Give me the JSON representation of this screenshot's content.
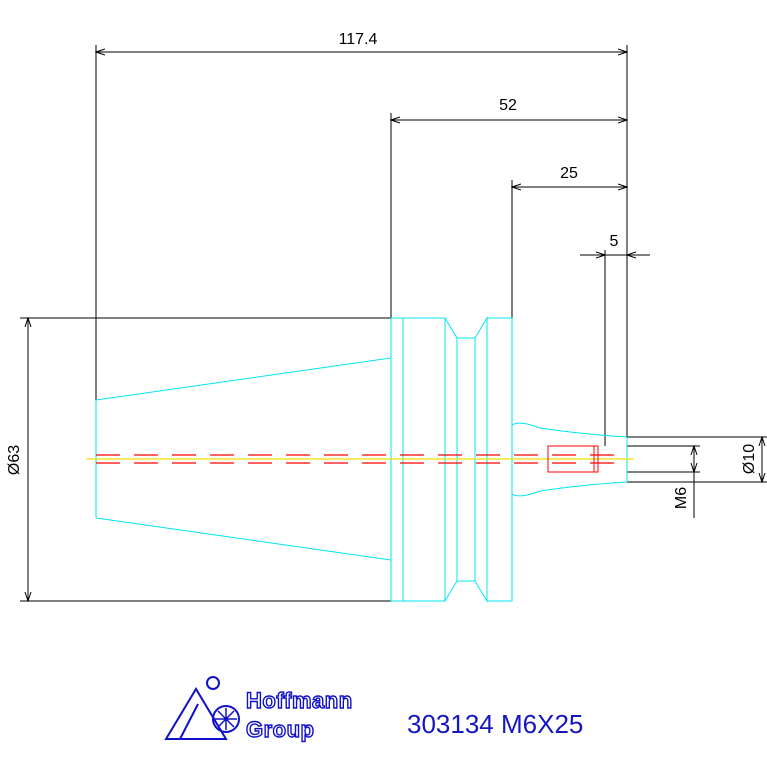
{
  "drawing": {
    "dimensions": {
      "overall_length": "117.4",
      "flange_to_tip": "52",
      "shank_length": "25",
      "thread_length": "5",
      "taper_diameter": "Ø63",
      "tip_diameter": "Ø10",
      "thread": "M6"
    }
  },
  "logo": {
    "line1": "Hoffmann",
    "line2": "Group"
  },
  "part": {
    "label": "303134 M6X25"
  },
  "colors": {
    "dimension_lines": "#000000",
    "outline": "#00e5f0",
    "centerline": "#ff0000",
    "axis": "#f0e000",
    "logo": "#1010c8",
    "part_label": "#1616c0"
  }
}
